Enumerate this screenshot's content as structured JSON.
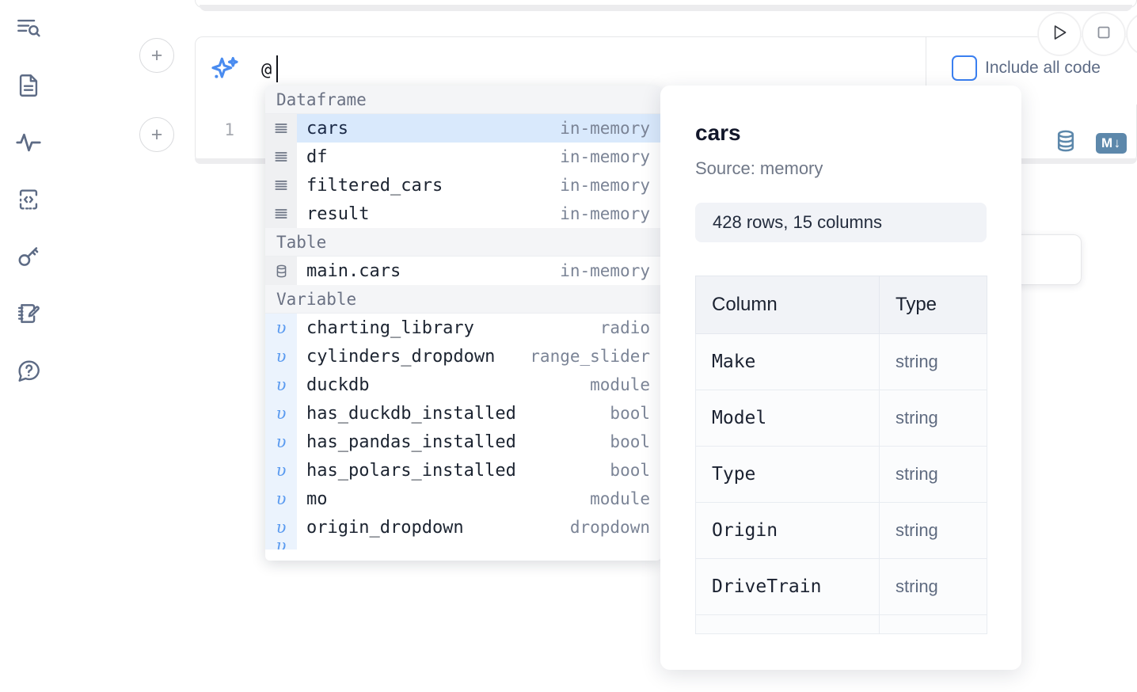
{
  "app": {
    "name": "marimo-notebook"
  },
  "sidebar": {
    "items": [
      {
        "name": "file-search-icon",
        "label": "File search"
      },
      {
        "name": "document-icon",
        "label": "Documents"
      },
      {
        "name": "activity-icon",
        "label": "Activity"
      },
      {
        "name": "code-snippet-icon",
        "label": "Snippets"
      },
      {
        "name": "key-icon",
        "label": "Secrets"
      },
      {
        "name": "scratchpad-icon",
        "label": "Scratchpad"
      },
      {
        "name": "help-icon",
        "label": "Help"
      }
    ]
  },
  "toolbar": {
    "add_cell_label": "+",
    "run_label": "Run",
    "stop_label": "Stop",
    "include_all_code_label": "Include all code",
    "include_all_code_checked": false,
    "accent_blue": "#3a7ff0"
  },
  "ai_prompt": {
    "icon": "sparkle-icon",
    "value": "@",
    "placeholder": ""
  },
  "code_cell": {
    "line_number": "1",
    "tools": [
      {
        "name": "database-icon",
        "label": ""
      },
      {
        "name": "markdown-icon",
        "label": "M"
      }
    ]
  },
  "ai_chip": {
    "label": "AI"
  },
  "autocomplete": {
    "groups": [
      {
        "label": "Dataframe",
        "items": [
          {
            "icon": "dataframe-icon",
            "name": "cars",
            "meta": "in-memory",
            "selected": true
          },
          {
            "icon": "dataframe-icon",
            "name": "df",
            "meta": "in-memory",
            "selected": false
          },
          {
            "icon": "dataframe-icon",
            "name": "filtered_cars",
            "meta": "in-memory",
            "selected": false
          },
          {
            "icon": "dataframe-icon",
            "name": "result",
            "meta": "in-memory",
            "selected": false
          }
        ]
      },
      {
        "label": "Table",
        "items": [
          {
            "icon": "table-icon",
            "name": "main.cars",
            "meta": "in-memory",
            "selected": false
          }
        ]
      },
      {
        "label": "Variable",
        "items": [
          {
            "icon": "variable-icon",
            "name": "charting_library",
            "meta": "radio",
            "selected": false
          },
          {
            "icon": "variable-icon",
            "name": "cylinders_dropdown",
            "meta": "range_slider",
            "selected": false
          },
          {
            "icon": "variable-icon",
            "name": "duckdb",
            "meta": "module",
            "selected": false
          },
          {
            "icon": "variable-icon",
            "name": "has_duckdb_installed",
            "meta": "bool",
            "selected": false
          },
          {
            "icon": "variable-icon",
            "name": "has_pandas_installed",
            "meta": "bool",
            "selected": false
          },
          {
            "icon": "variable-icon",
            "name": "has_polars_installed",
            "meta": "bool",
            "selected": false
          },
          {
            "icon": "variable-icon",
            "name": "mo",
            "meta": "module",
            "selected": false
          },
          {
            "icon": "variable-icon",
            "name": "origin_dropdown",
            "meta": "dropdown",
            "selected": false
          }
        ]
      }
    ]
  },
  "doc_panel": {
    "title": "cars",
    "source": "Source: memory",
    "shape": "428 rows, 15 columns",
    "table": {
      "headers": [
        "Column",
        "Type"
      ],
      "rows": [
        {
          "column": "Make",
          "type": "string"
        },
        {
          "column": "Model",
          "type": "string"
        },
        {
          "column": "Type",
          "type": "string"
        },
        {
          "column": "Origin",
          "type": "string"
        },
        {
          "column": "DriveTrain",
          "type": "string"
        }
      ]
    }
  }
}
